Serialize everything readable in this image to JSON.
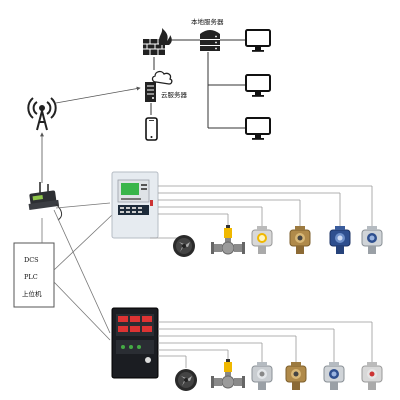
{
  "labels": {
    "local_server": "本地服务器",
    "cloud_server": "云服务器",
    "dcs": "DCS",
    "plc": "PLC",
    "host_computer": "上位机"
  },
  "colors": {
    "line": "#8a8a8a",
    "panel_top": "#dfe6ee",
    "panel_bottom": "#1b1d22",
    "screen_green": "#39b54a",
    "yellow_detector": "#f0b800",
    "brass_detector": "#b08a4a",
    "blue_detector": "#2e4f8f"
  },
  "icons": [
    "antenna-icon",
    "firewall-icon",
    "server-icon",
    "cloud-server-icon",
    "smartphone-icon",
    "monitor-icon",
    "dtu-gateway-icon",
    "gas-controller-panel-icon",
    "fan-icon",
    "solenoid-valve-icon",
    "gas-detector-icon"
  ]
}
